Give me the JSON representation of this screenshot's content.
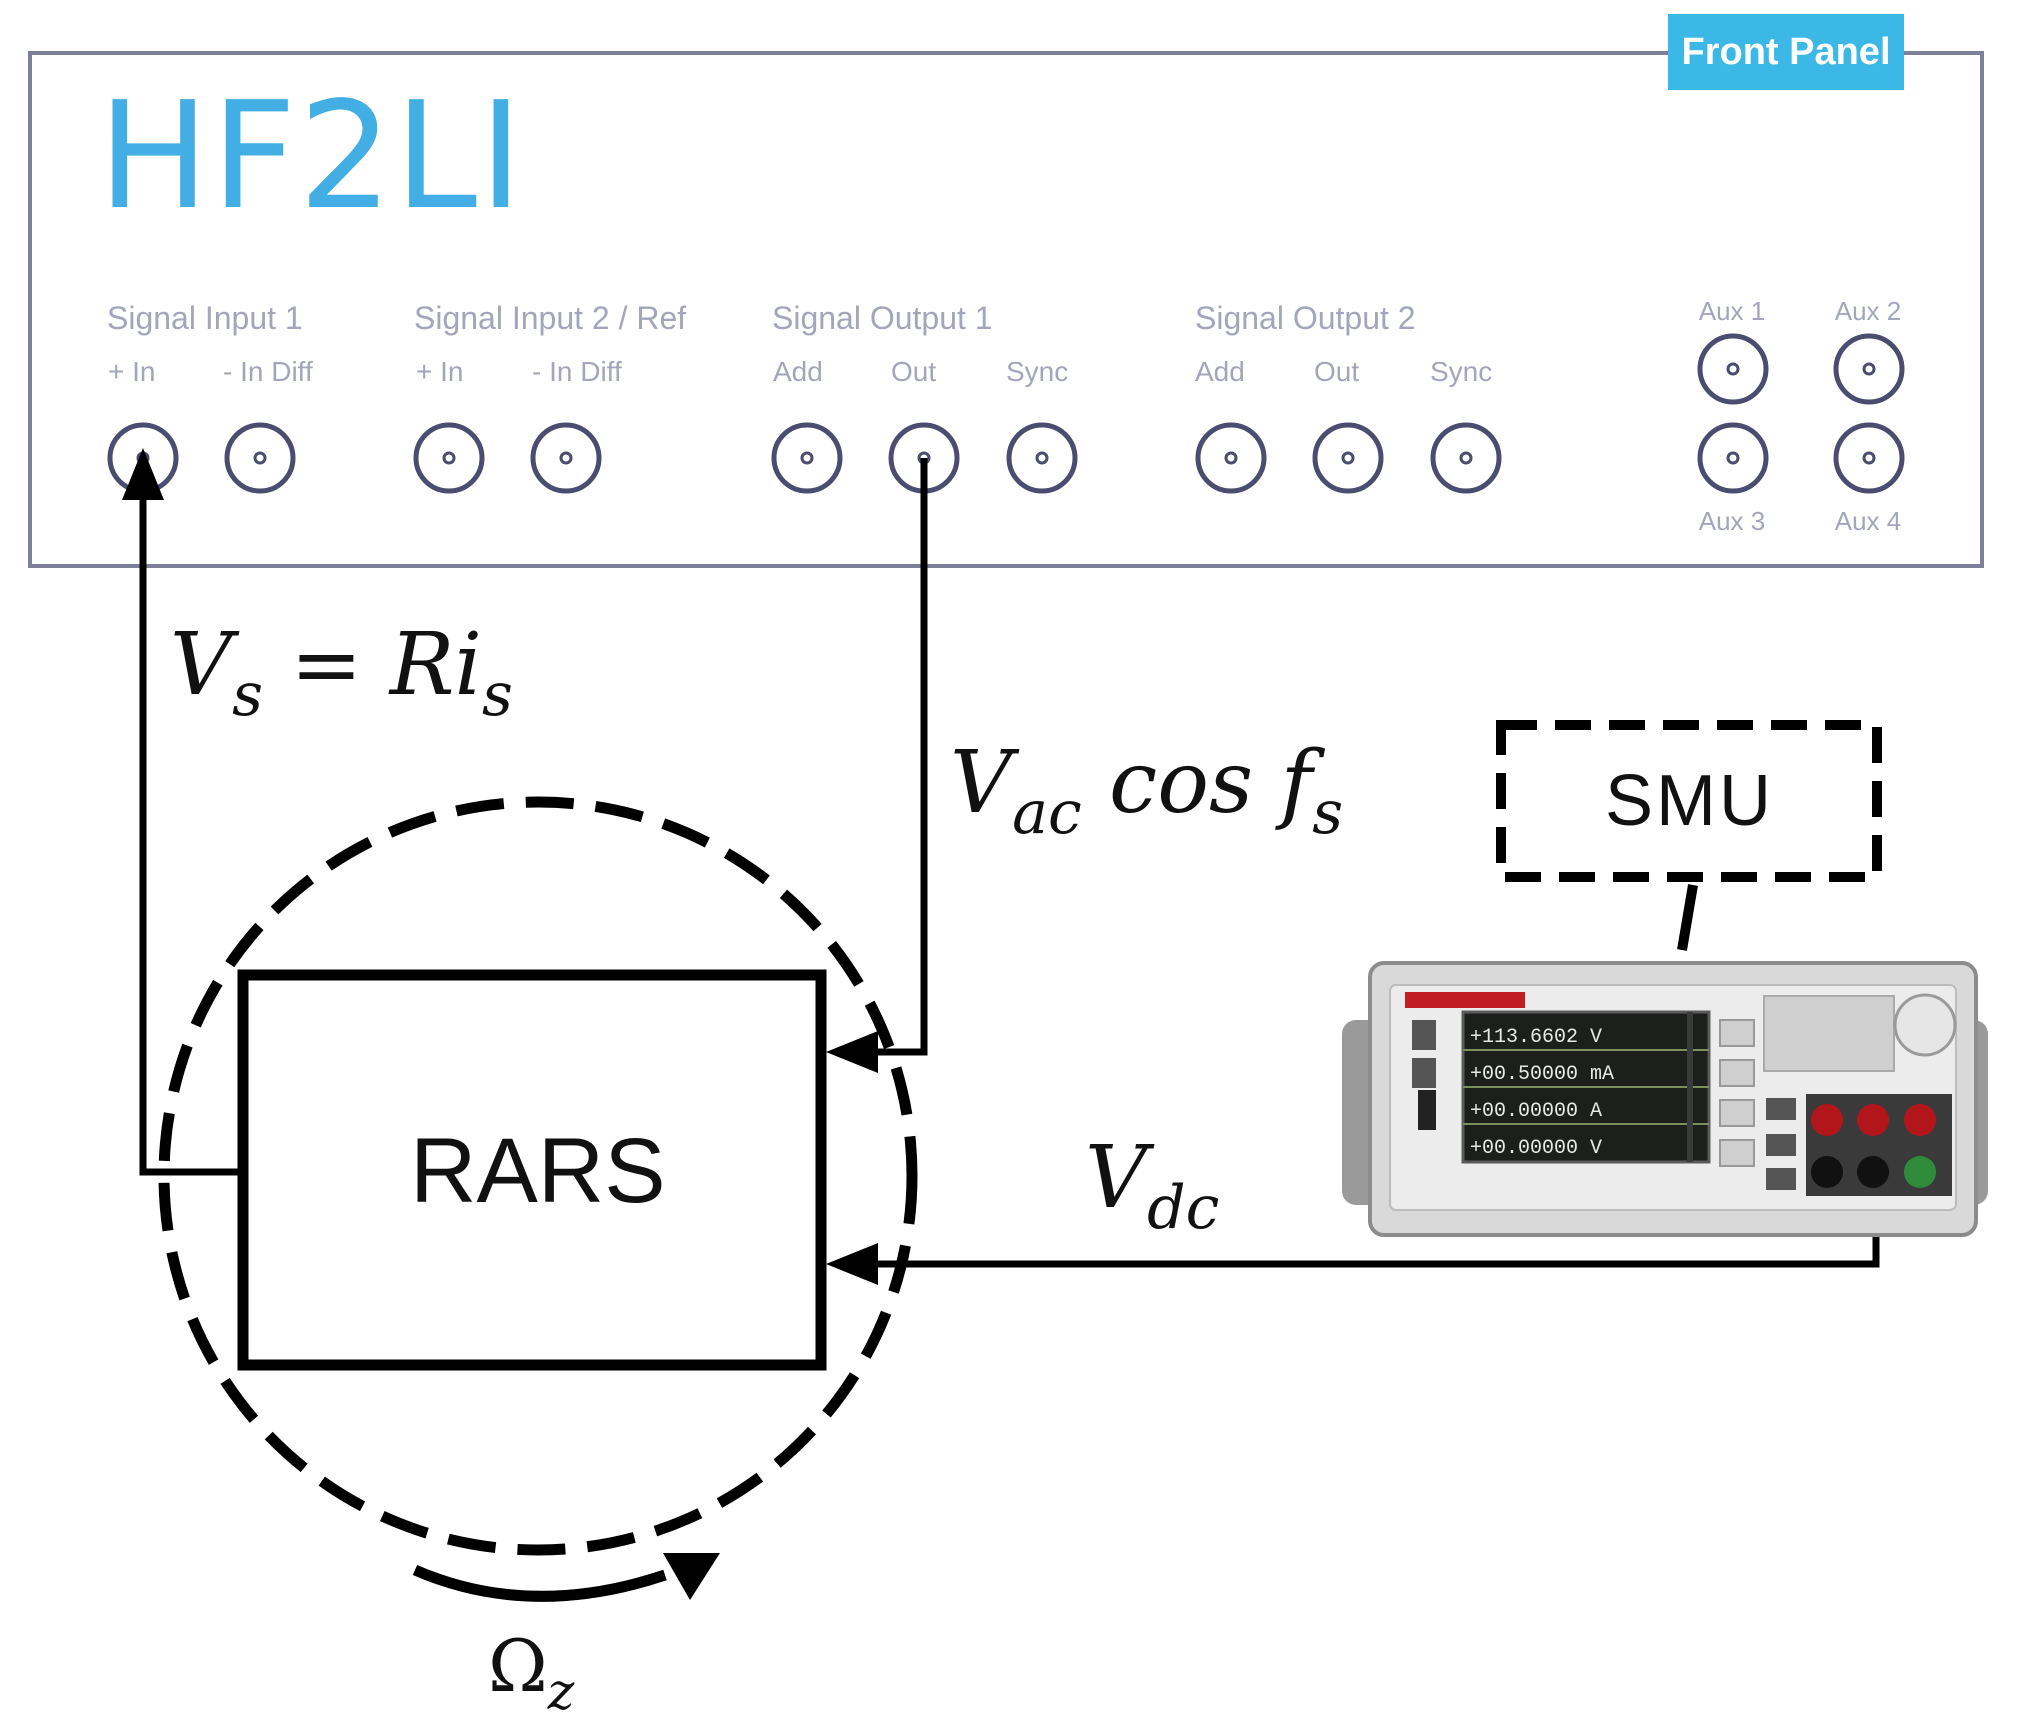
{
  "front_panel": {
    "tag": "Front Panel",
    "brand": "HF2LI",
    "groups": [
      {
        "title": "Signal Input 1",
        "ports": [
          "+ In",
          "- In Diff"
        ]
      },
      {
        "title": "Signal Input 2 / Ref",
        "ports": [
          "+ In",
          "- In Diff"
        ]
      },
      {
        "title": "Signal Output 1",
        "ports": [
          "Add",
          "Out",
          "Sync"
        ]
      },
      {
        "title": "Signal Output 2",
        "ports": [
          "Add",
          "Out",
          "Sync"
        ]
      }
    ],
    "aux": [
      "Aux 1",
      "Aux 2",
      "Aux 3",
      "Aux 4"
    ]
  },
  "labels": {
    "vs": {
      "main": "V",
      "sub": "s",
      "rest": " = Ri",
      "sub2": "s"
    },
    "vac": {
      "main": "V",
      "sub": "ac",
      "rest": " cos f",
      "sub2": "s"
    },
    "vdc": {
      "main": "V",
      "sub": "dc"
    },
    "omega": {
      "main": "Ω",
      "sub": "z"
    }
  },
  "device": {
    "label": "RARS"
  },
  "smu": {
    "label": "SMU",
    "readouts": [
      "+113.6602 V",
      "+00.50000 mA",
      "+00.00000 A",
      "+00.00000 V"
    ]
  }
}
